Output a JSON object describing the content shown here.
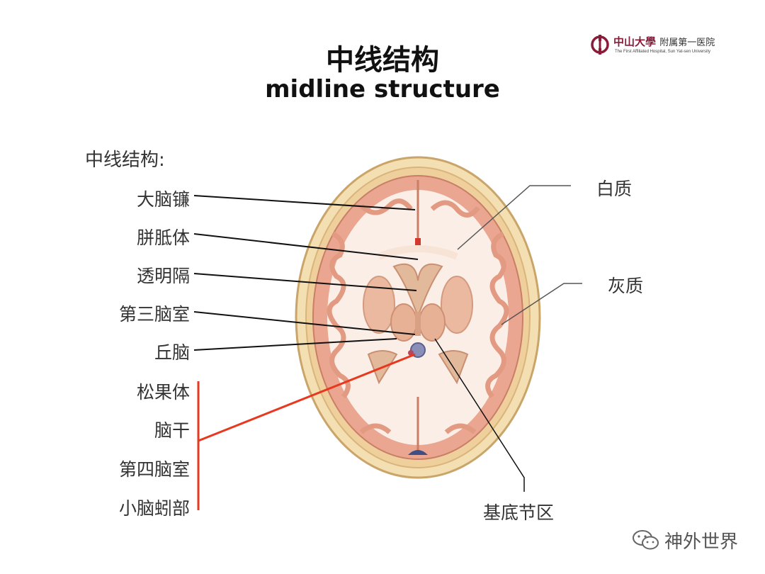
{
  "header": {
    "title_cn": "中线结构",
    "title_en": "midline structure"
  },
  "logo": {
    "name_cn": "中山大學",
    "dept_cn": "附属第一医院",
    "name_en": "The First Affiliated Hospital, Sun Yat-sen University"
  },
  "list": {
    "title": "中线结构:",
    "items": [
      {
        "label": "大脑镰"
      },
      {
        "label": "胼胝体"
      },
      {
        "label": "透明隔"
      },
      {
        "label": "第三脑室"
      },
      {
        "label": "丘脑"
      },
      {
        "label": "松果体"
      },
      {
        "label": "脑干"
      },
      {
        "label": "第四脑室"
      },
      {
        "label": "小脑蚓部"
      }
    ]
  },
  "right_labels": {
    "white_matter": "白质",
    "gray_matter": "灰质",
    "basal_ganglia": "基底节区"
  },
  "colors": {
    "bracket": "#e8391f",
    "leader": "#111111",
    "skull": "#f2d9a6",
    "cortex": "#e9a58f",
    "white_matter": "#fbeee6"
  },
  "watermark": {
    "icon": "wechat-icon",
    "text": "神外世界"
  }
}
